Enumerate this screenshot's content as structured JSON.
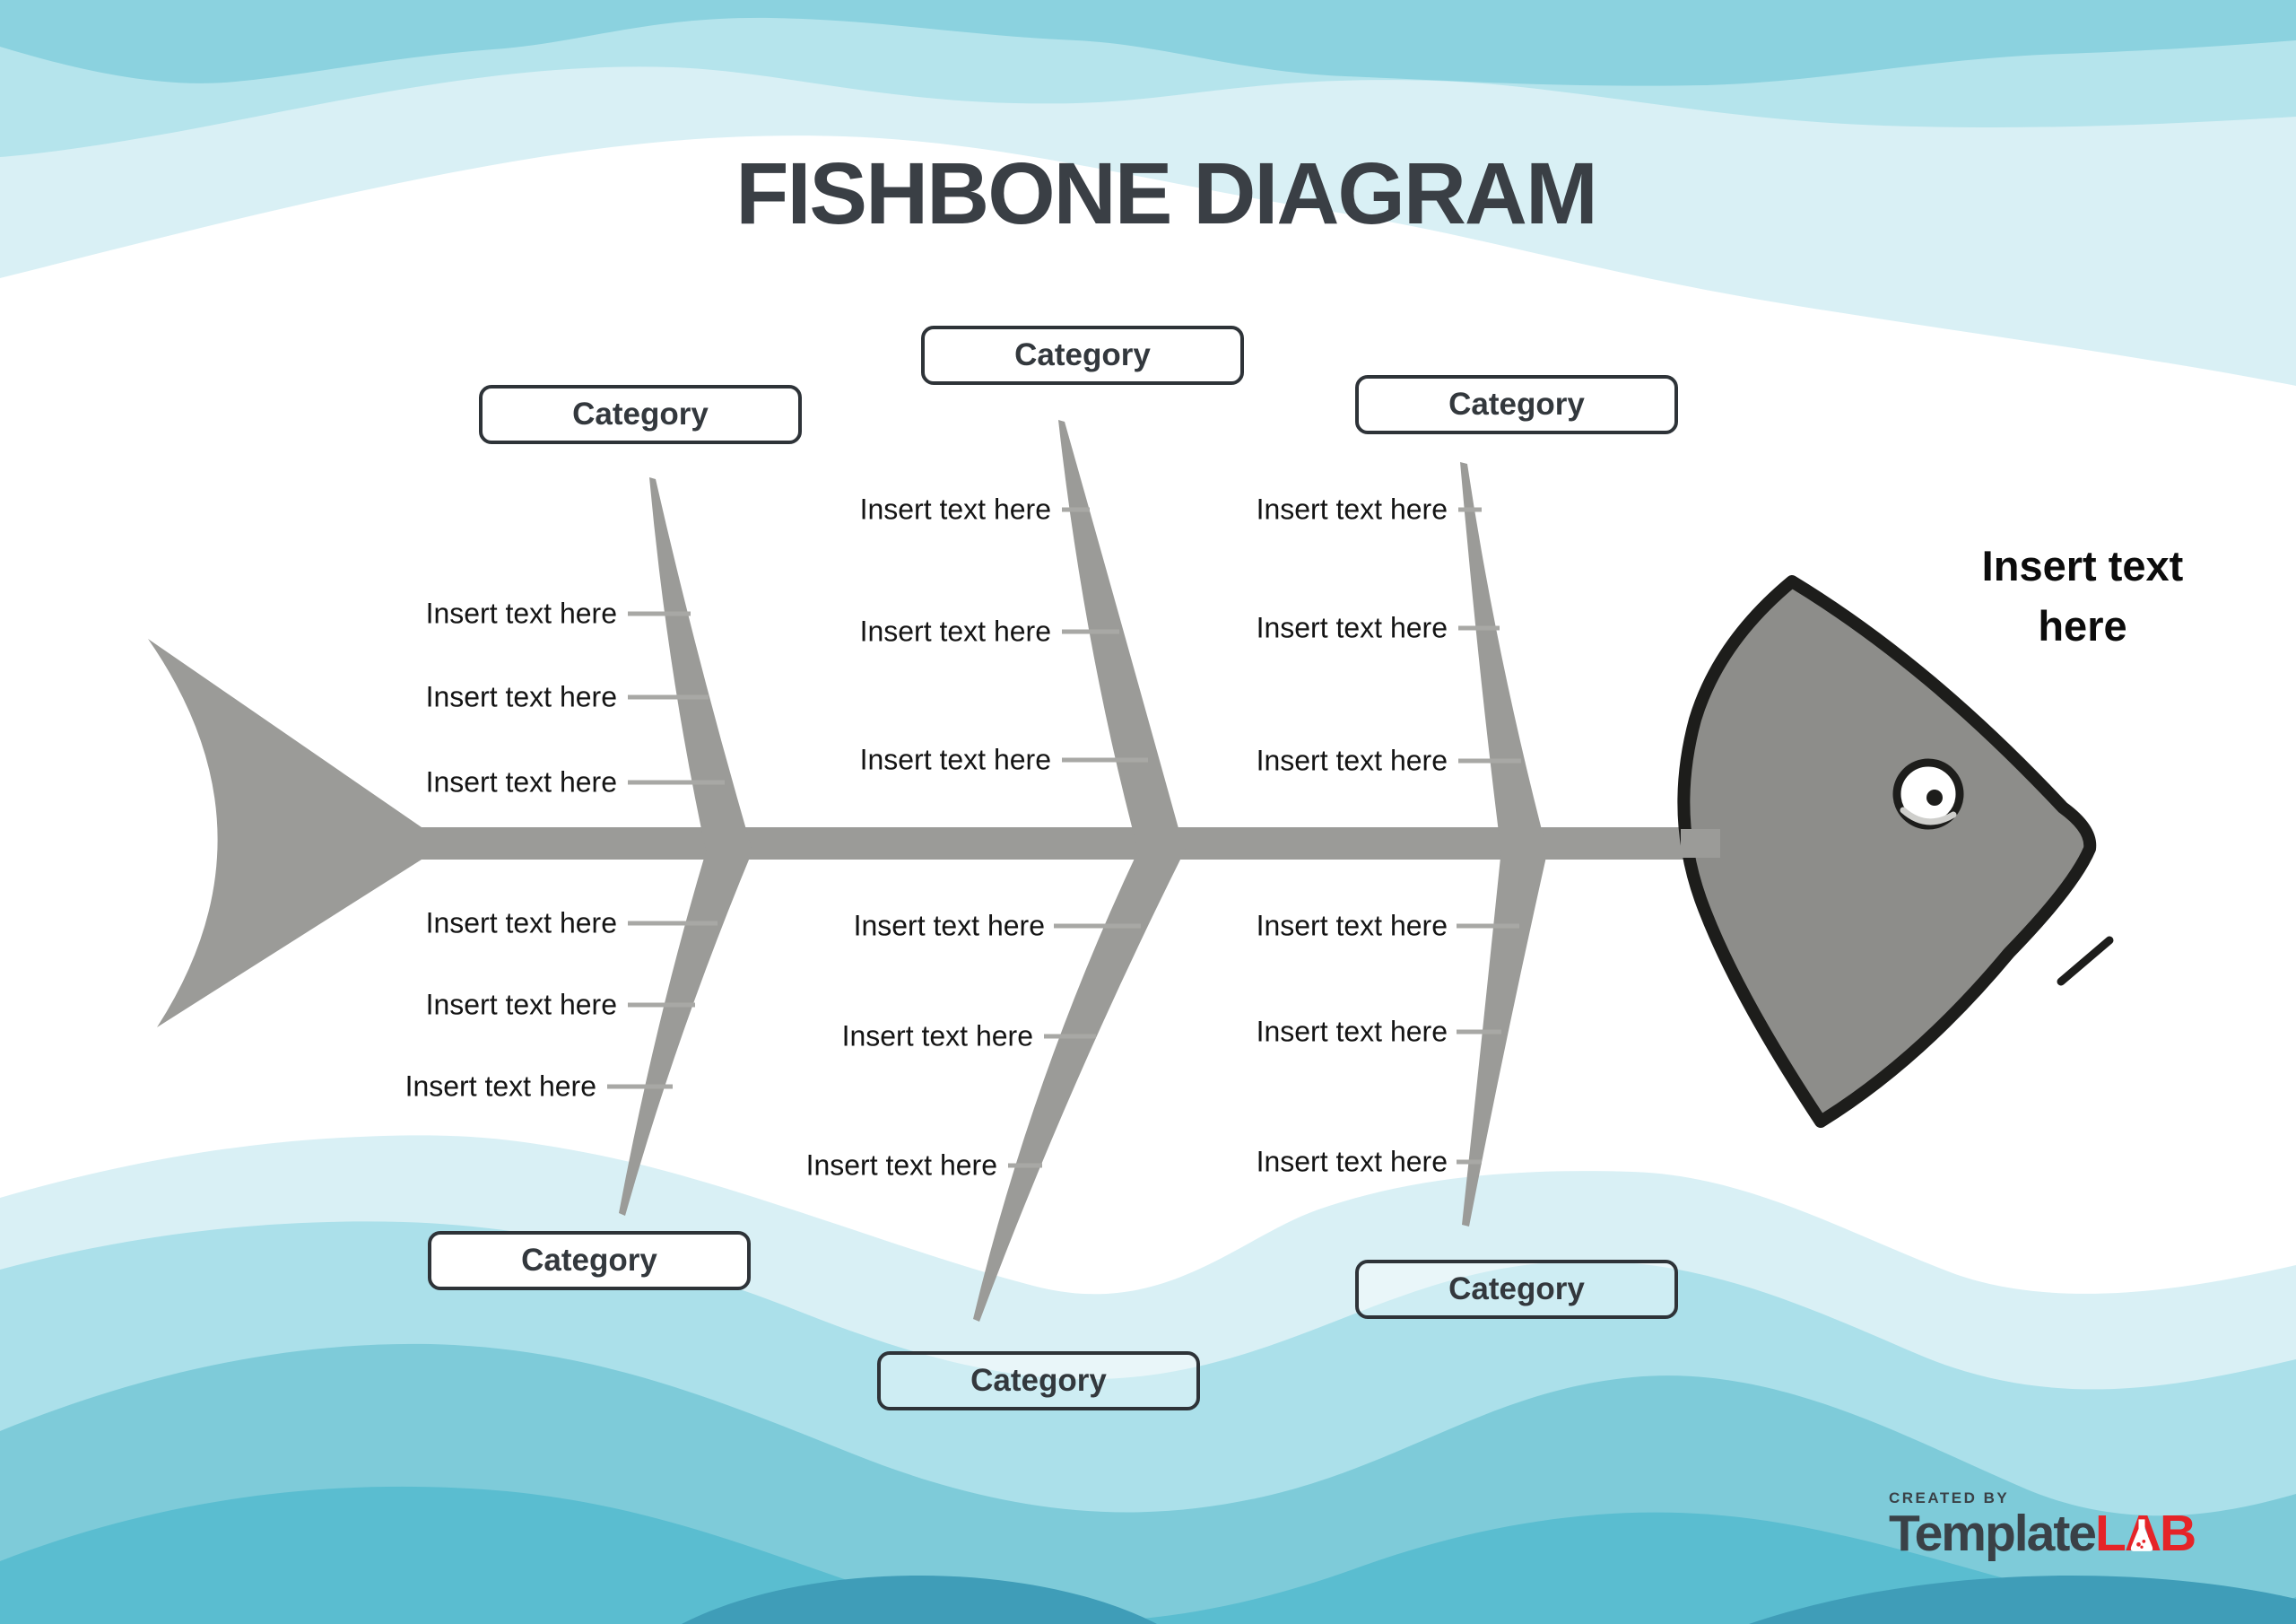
{
  "title": "FISHBONE DIAGRAM",
  "categories": [
    "Category",
    "Category",
    "Category",
    "Category",
    "Category",
    "Category"
  ],
  "labels": [
    "Insert text here",
    "Insert text here",
    "Insert text here",
    "Insert text here",
    "Insert text here",
    "Insert text here",
    "Insert text here",
    "Insert text here",
    "Insert text here",
    "Insert text here",
    "Insert text here",
    "Insert text here",
    "Insert text here",
    "Insert text here",
    "Insert text here",
    "Insert text here",
    "Insert text here",
    "Insert text here"
  ],
  "effect": {
    "line1": "Insert text",
    "line2": "here"
  },
  "logo": {
    "created_by": "CREATED BY",
    "brand_primary": "Template",
    "brand_accent": "LAB"
  },
  "colors": {
    "bone_gray": "#9b9b98",
    "head_gray": "#8d8d8a",
    "outline_black": "#1d1d1b",
    "title_dark": "#3a3f45",
    "label_black": "#141414",
    "category_border": "#2e3338",
    "wave_top_1": "#8bd2df",
    "wave_top_2": "#b5e4ec",
    "wave_top_3": "#d9f0f5",
    "wave_bottom_light": "#d9f0f5",
    "wave_bottom_2": "#abe0ea",
    "wave_bottom_3": "#7ecbd9",
    "wave_bottom_4": "#5abdd0",
    "wave_bottom_dark": "#3f9db8",
    "logo_red": "#e52428",
    "logo_dark": "#3a4147"
  }
}
